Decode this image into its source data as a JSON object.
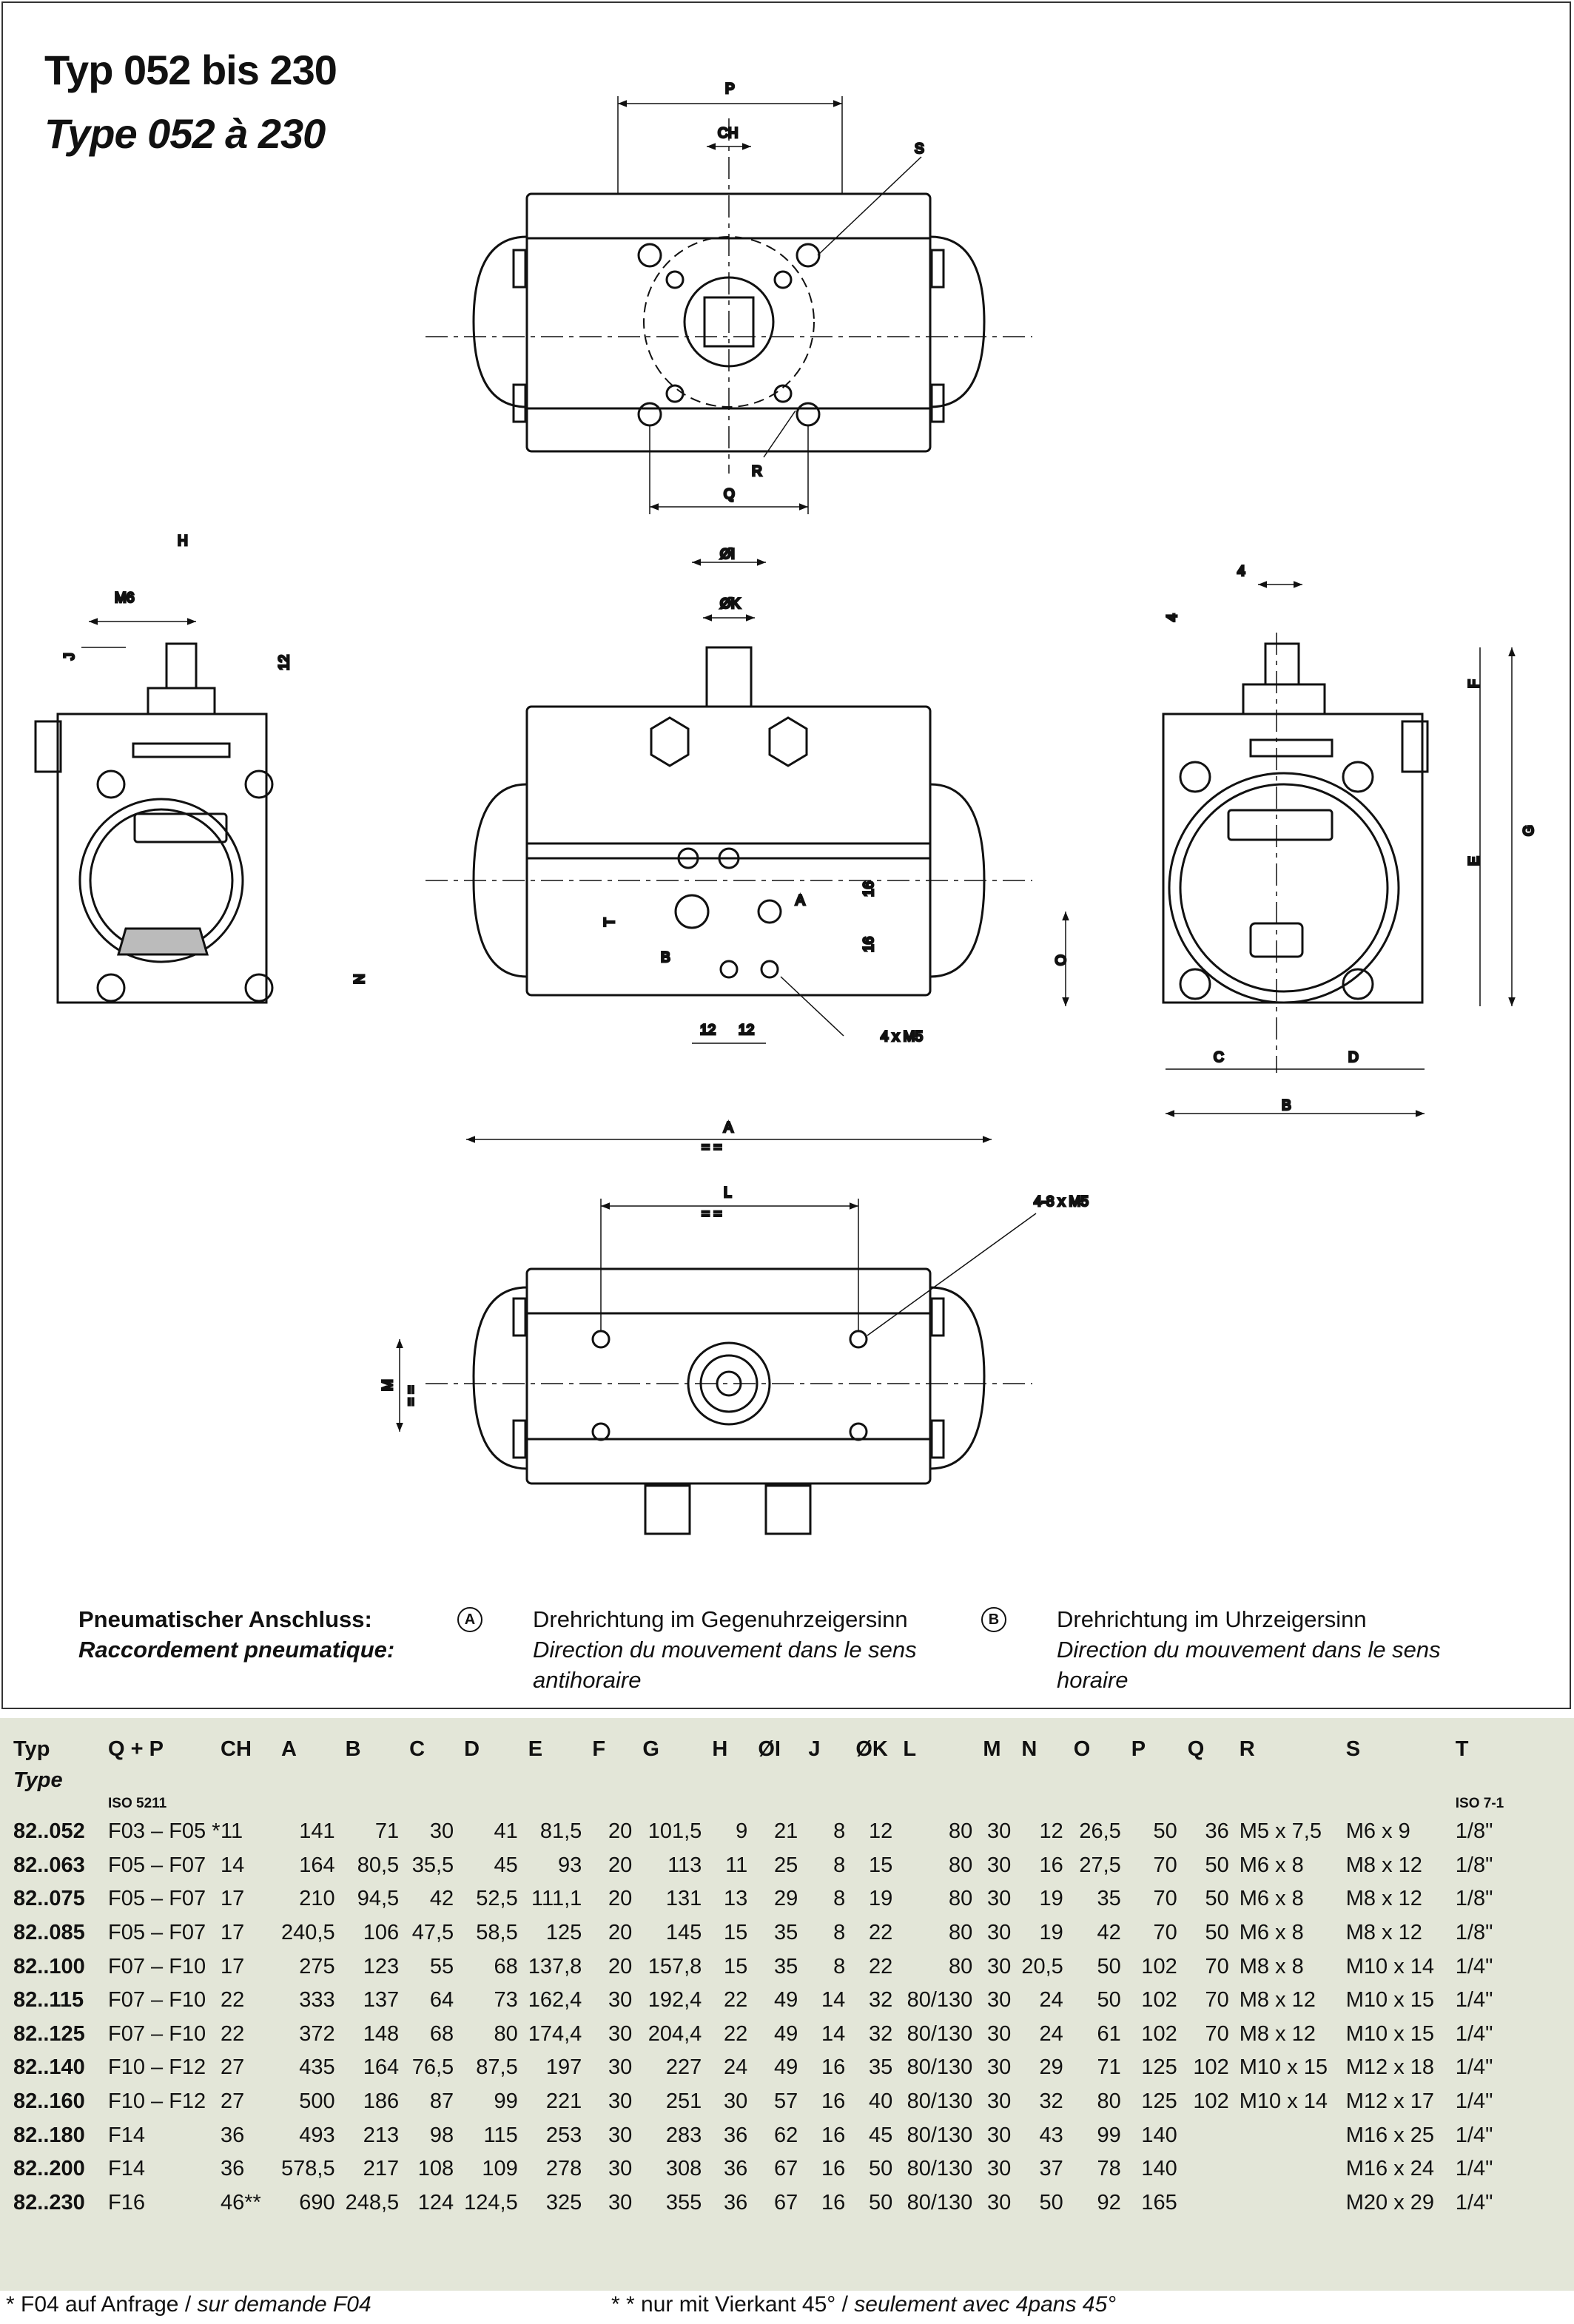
{
  "titles": {
    "de": "Typ 052 bis 230",
    "fr": "Type 052 à 230"
  },
  "dims": {
    "P": "P",
    "CH": "CH",
    "S": "S",
    "R": "R",
    "Q": "Q",
    "H": "H",
    "M6": "M6",
    "J": "J",
    "d12": "12",
    "N": "N",
    "OI": "ØI",
    "OK": "ØK",
    "T": "T",
    "d16a": "16",
    "d16b": "16",
    "O": "O",
    "d12a": "12",
    "d12b": "12",
    "m5": "4 x M5",
    "A_port": "A",
    "B_port": "B",
    "d4a": "4",
    "d4b": "4",
    "F": "F",
    "E": "E",
    "G": "G",
    "C": "C",
    "D": "D",
    "B": "B",
    "A": "A",
    "eqA": "=      =",
    "L": "L",
    "eqL": "=      =",
    "m5b": "4-8 x M5",
    "M": "M",
    "eqM": "=    ="
  },
  "legend": {
    "title_de": "Pneumatischer Anschluss:",
    "title_fr": "Raccordement pneumatique:",
    "A_mark": "A",
    "A_de": "Drehrichtung im Gegenuhrzeigersinn",
    "A_fr1": "Direction du mouvement dans le sens",
    "A_fr2": "antihoraire",
    "B_mark": "B",
    "B_de": "Drehrichtung im Uhrzeigersinn",
    "B_fr1": "Direction du mouvement dans le sens",
    "B_fr2": "horaire"
  },
  "table": {
    "headers": [
      "Typ",
      "Q + P",
      "CH",
      "A",
      "B",
      "C",
      "D",
      "E",
      "F",
      "G",
      "H",
      "ØI",
      "J",
      "ØK",
      "L",
      "M",
      "N",
      "O",
      "P",
      "Q",
      "R",
      "S",
      "T"
    ],
    "header2": "Type",
    "iso5211": "ISO 5211",
    "iso71": "ISO 7-1",
    "rows": [
      [
        "82..052",
        "F03 – F05 *",
        "11",
        "141",
        "71",
        "30",
        "41",
        "81,5",
        "20",
        "101,5",
        "9",
        "21",
        "8",
        "12",
        "80",
        "30",
        "12",
        "26,5",
        "50",
        "36",
        "M5 x 7,5",
        "M6 x 9",
        "1/8\""
      ],
      [
        "82..063",
        "F05 – F07",
        "14",
        "164",
        "80,5",
        "35,5",
        "45",
        "93",
        "20",
        "113",
        "11",
        "25",
        "8",
        "15",
        "80",
        "30",
        "16",
        "27,5",
        "70",
        "50",
        "M6 x 8",
        "M8 x 12",
        "1/8\""
      ],
      [
        "82..075",
        "F05 – F07",
        "17",
        "210",
        "94,5",
        "42",
        "52,5",
        "111,1",
        "20",
        "131",
        "13",
        "29",
        "8",
        "19",
        "80",
        "30",
        "19",
        "35",
        "70",
        "50",
        "M6 x 8",
        "M8 x 12",
        "1/8\""
      ],
      [
        "82..085",
        "F05 – F07",
        "17",
        "240,5",
        "106",
        "47,5",
        "58,5",
        "125",
        "20",
        "145",
        "15",
        "35",
        "8",
        "22",
        "80",
        "30",
        "19",
        "42",
        "70",
        "50",
        "M6 x 8",
        "M8 x 12",
        "1/8\""
      ],
      [
        "82..100",
        "F07 – F10",
        "17",
        "275",
        "123",
        "55",
        "68",
        "137,8",
        "20",
        "157,8",
        "15",
        "35",
        "8",
        "22",
        "80",
        "30",
        "20,5",
        "50",
        "102",
        "70",
        "M8 x 8",
        "M10 x 14",
        "1/4\""
      ],
      [
        "82..115",
        "F07 – F10",
        "22",
        "333",
        "137",
        "64",
        "73",
        "162,4",
        "30",
        "192,4",
        "22",
        "49",
        "14",
        "32",
        "80/130",
        "30",
        "24",
        "50",
        "102",
        "70",
        "M8 x 12",
        "M10 x 15",
        "1/4\""
      ],
      [
        "82..125",
        "F07 – F10",
        "22",
        "372",
        "148",
        "68",
        "80",
        "174,4",
        "30",
        "204,4",
        "22",
        "49",
        "14",
        "32",
        "80/130",
        "30",
        "24",
        "61",
        "102",
        "70",
        "M8 x 12",
        "M10 x 15",
        "1/4\""
      ],
      [
        "82..140",
        "F10 – F12",
        "27",
        "435",
        "164",
        "76,5",
        "87,5",
        "197",
        "30",
        "227",
        "24",
        "49",
        "16",
        "35",
        "80/130",
        "30",
        "29",
        "71",
        "125",
        "102",
        "M10 x 15",
        "M12 x 18",
        "1/4\""
      ],
      [
        "82..160",
        "F10 – F12",
        "27",
        "500",
        "186",
        "87",
        "99",
        "221",
        "30",
        "251",
        "30",
        "57",
        "16",
        "40",
        "80/130",
        "30",
        "32",
        "80",
        "125",
        "102",
        "M10 x 14",
        "M12 x 17",
        "1/4\""
      ],
      [
        "82..180",
        "F14",
        "36",
        "493",
        "213",
        "98",
        "115",
        "253",
        "30",
        "283",
        "36",
        "62",
        "16",
        "45",
        "80/130",
        "30",
        "43",
        "99",
        "140",
        "",
        "",
        "M16 x 25",
        "1/4\""
      ],
      [
        "82..200",
        "F14",
        "36",
        "578,5",
        "217",
        "108",
        "109",
        "278",
        "30",
        "308",
        "36",
        "67",
        "16",
        "50",
        "80/130",
        "30",
        "37",
        "78",
        "140",
        "",
        "",
        "M16 x 24",
        "1/4\""
      ],
      [
        "82..230",
        "F16",
        "46**",
        "690",
        "248,5",
        "124",
        "124,5",
        "325",
        "30",
        "355",
        "36",
        "67",
        "16",
        "50",
        "80/130",
        "30",
        "50",
        "92",
        "165",
        "",
        "",
        "M20 x 29",
        "1/4\""
      ]
    ]
  },
  "footnotes": {
    "f1_de": "*   F04 auf Anfrage / ",
    "f1_fr": "sur demande F04",
    "f2_de": "* * nur mit Vierkant 45° / ",
    "f2_fr": "seulement avec 4pans 45°"
  }
}
